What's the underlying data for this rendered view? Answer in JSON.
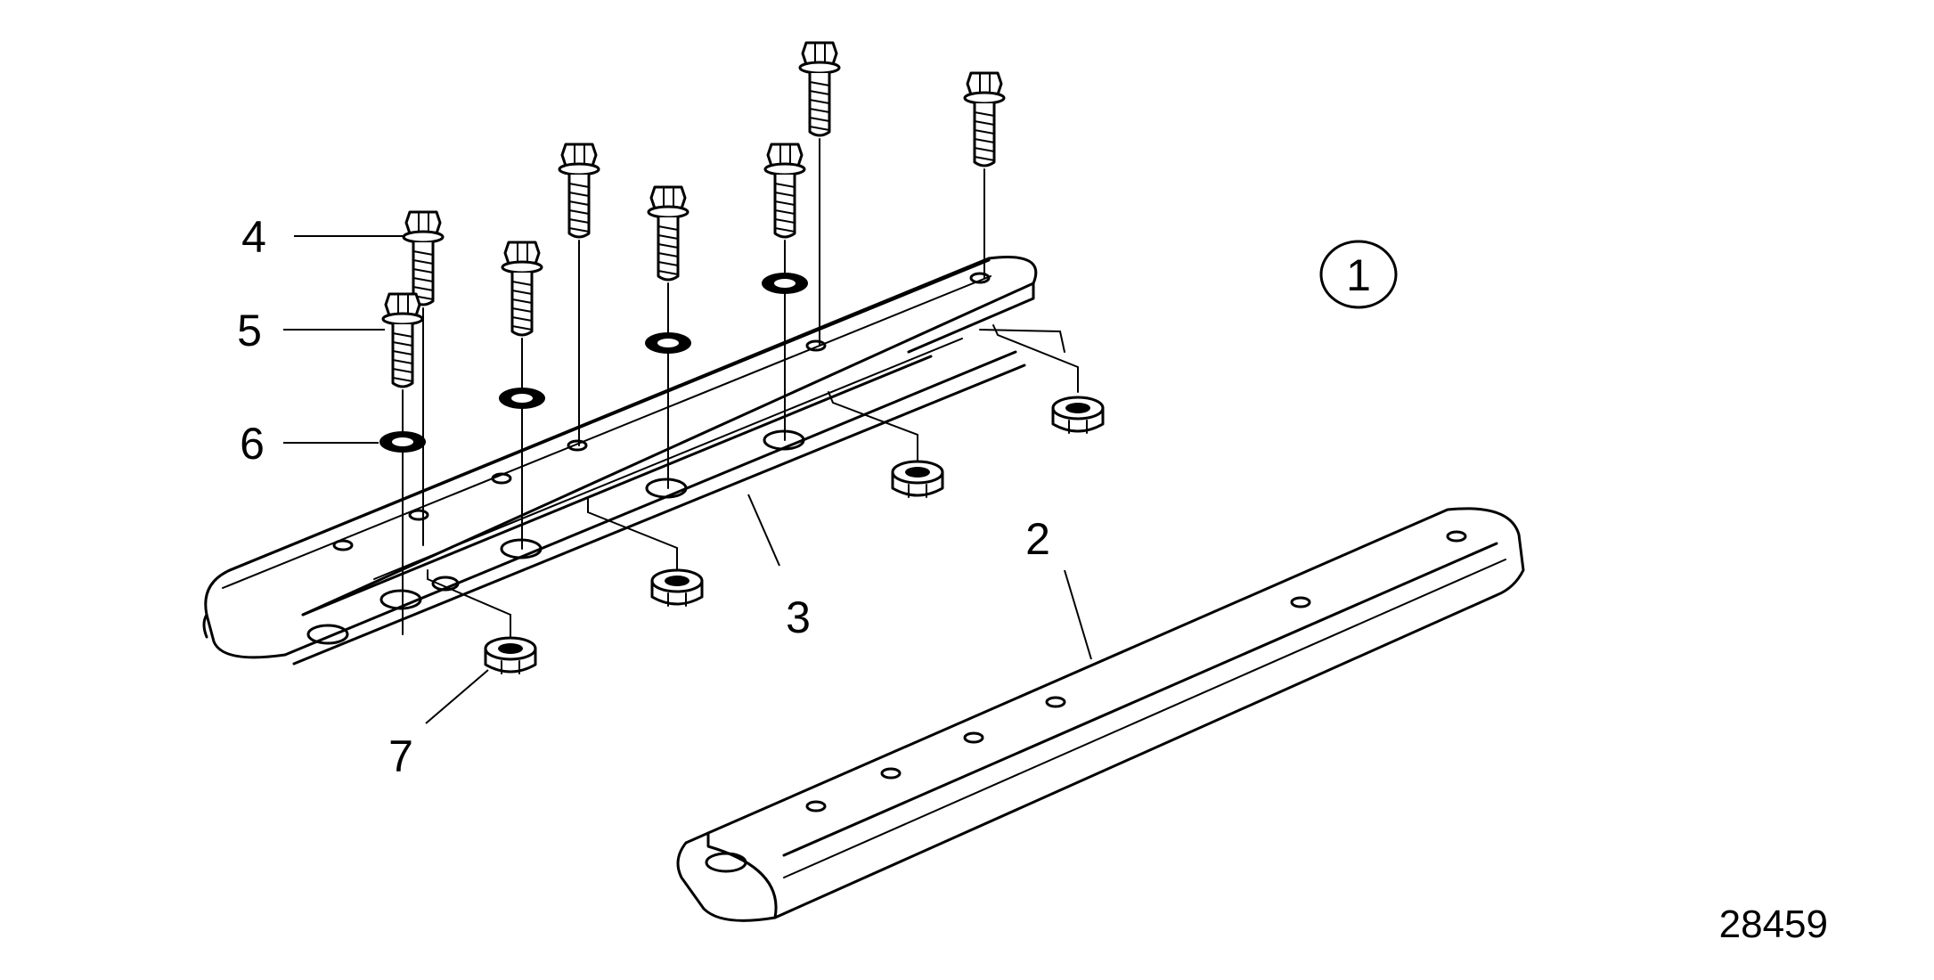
{
  "diagram": {
    "callouts": {
      "item1": "1",
      "item2": "2",
      "item3": "3",
      "item4": "4",
      "item5": "5",
      "item6": "6",
      "item7": "7"
    },
    "figure_number": "28459"
  }
}
